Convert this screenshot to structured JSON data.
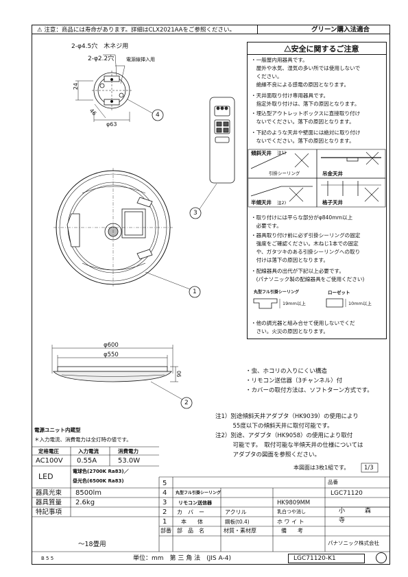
{
  "header": {
    "notice": "⚠ 注意：商品には寿命があります。詳細はCLX2021AAをご参照ください。",
    "green": "グリーン購入法適合"
  },
  "dims": {
    "hole1": "2-φ4.5穴　木ネジ用",
    "hole2": "2-φ2.2穴",
    "hole2_note": "電源線挿入用",
    "d24": "24",
    "d46": "46",
    "d63": "φ63",
    "d600": "φ600",
    "d550": "φ550",
    "d90": "90"
  },
  "callouts": {
    "c1": "1",
    "c2": "2",
    "c3": "3",
    "c4": "4"
  },
  "safety": {
    "title": "安全に関するご注意",
    "lines": [
      "・一般屋内用器具です。",
      "　屋外や水気、湿気の多い所では使用しないで",
      "　ください。",
      "　絶縁不良による感電の原因となります。",
      "・天井面取り付け専用器具です。",
      "　指定外取り付けは、落下の原因となります。",
      "・埋込型アウトレットボックスに直接取り付け",
      "　ないでください。落下の原因となります。",
      "・下記のような天井や壁面には絶対に取り付け",
      "　ないでください。落下の原因となります。"
    ],
    "ceil1": "傾斜天井",
    "ceil1_note": "注1)",
    "ceil_sealing": "引掛シーリング",
    "ceil2": "吊金天井",
    "ceil3": "半傾天井",
    "ceil3_note": "注2)",
    "ceil4": "格子天井",
    "lines2": [
      "・取り付けには平らな部分がφ840mm以上",
      "　必要です。",
      "・器具取り付け前に必ず引掛シーリングの固定",
      "　強度をご確認ください。木ねじ1本での固定",
      "　や、ガタツキのある引掛シーリングへの取り",
      "　付けは落下の原因となります。",
      "・配線器具の出代が下記以上必要です。",
      "　(パナソニック製の配線器具をご使用ください)"
    ],
    "fit1": "丸型フル引掛シーリング",
    "fit1_dim": "19mm以上",
    "fit2": "ローゼット",
    "fit2_dim": "10mm以上",
    "lines3": [
      "・他の調光器と組み合せて使用しないでくだ",
      "　さい。火災の原因となります。"
    ]
  },
  "features": [
    "・虫、ホコリの入りにくい構造",
    "・リモコン送信器（3チャンネル）付",
    "・カバーの取付方法は、ソフトターン方式です。"
  ],
  "notes": [
    "注1）別途傾斜天井アダプタ（HK9039）の使用により",
    "　　　55度以下の傾斜天井に取付可能です。",
    "注2）別途、アダプタ（HK9058）の使用により取付",
    "　　　可能です。　取付可能な半傾天井の仕様については",
    "　　　アダプタの図面を参照ください。"
  ],
  "sheet_info": {
    "text": "本図面は3枚1組です。",
    "page": "1/3"
  },
  "specs": {
    "unit_title": "電源ユニット内蔵型",
    "unit_note": "＊入力電流、消費電力は全灯時の値です。",
    "h_voltage": "定格電圧",
    "h_current": "入力電流",
    "h_power": "消費電力",
    "voltage": "AC100V",
    "current": "0.55A",
    "power": "53.0W",
    "led_label": "LED",
    "led_line1": "電球色(2700K Ra83)／",
    "led_line2": "昼光色(6500K Ra83)",
    "flux_label": "器具光束",
    "flux": "8500lm",
    "mass_label": "器具質量",
    "mass": "2.6kg",
    "special_label": "特記事項",
    "tatami": "～18畳用"
  },
  "parts": {
    "rows": [
      {
        "no": "5",
        "name": "",
        "material": "",
        "color": "",
        "remark": ""
      },
      {
        "no": "4",
        "name": "丸型フル引掛シーリング",
        "material": "",
        "color": "",
        "remark": ""
      },
      {
        "no": "3",
        "name": "リモコン送信器",
        "material": "",
        "color": "",
        "remark": "HK9809MM"
      },
      {
        "no": "2",
        "name": "カ　バ　ー",
        "material": "アクリル",
        "color": "乳白つや消し",
        "remark": ""
      },
      {
        "no": "1",
        "name": "本　　体",
        "material": "鋼板(t0.4)",
        "color": "ホ ワ イ ト",
        "remark": ""
      }
    ],
    "h_no": "部番",
    "h_name": "部　品　名",
    "h_material": "材質・素材厚",
    "h_remark": "備　　考",
    "product_label": "品番",
    "product": "LGC71120",
    "name1": "小",
    "name2": "森",
    "name3": "寺",
    "company": "パナソニック株式会社"
  },
  "footer": {
    "code": "B 5 5",
    "unit": "単位：mm　第 三 角 法　(JIS A-4)",
    "drawing_no": "LGC71120-K1"
  }
}
